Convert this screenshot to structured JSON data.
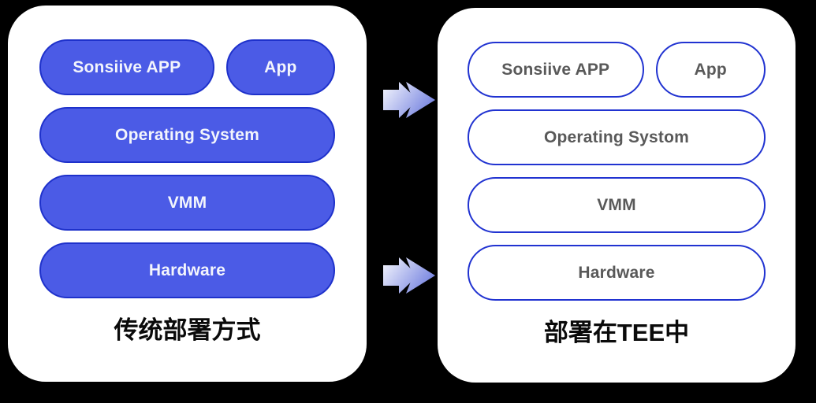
{
  "left_panel": {
    "caption": "传统部署方式",
    "pills": {
      "sonsiive": "Sonsiive APP",
      "app": "App",
      "os": "Operating System",
      "vmm": "VMM",
      "hardware": "Hardware"
    }
  },
  "right_panel": {
    "caption": "部署在TEE中",
    "pills": {
      "sonsiive": "Sonsiive APP",
      "app": "App",
      "os": "Operating Systom",
      "vmm": "VMM",
      "hardware": "Hardware"
    }
  },
  "arrows": {
    "count": 2,
    "direction": "right"
  },
  "colors": {
    "background": "#000000",
    "panel": "#ffffff",
    "pill_fill": "#4b5be6",
    "pill_border": "#1e31cb",
    "pill_text_light": "#f3f5fc",
    "outline_border": "#2133d1",
    "outline_text": "#595959",
    "caption_text": "#0a0a0a",
    "arrow_light": "#f6f7fd",
    "arrow_dark": "#6b7ade"
  }
}
